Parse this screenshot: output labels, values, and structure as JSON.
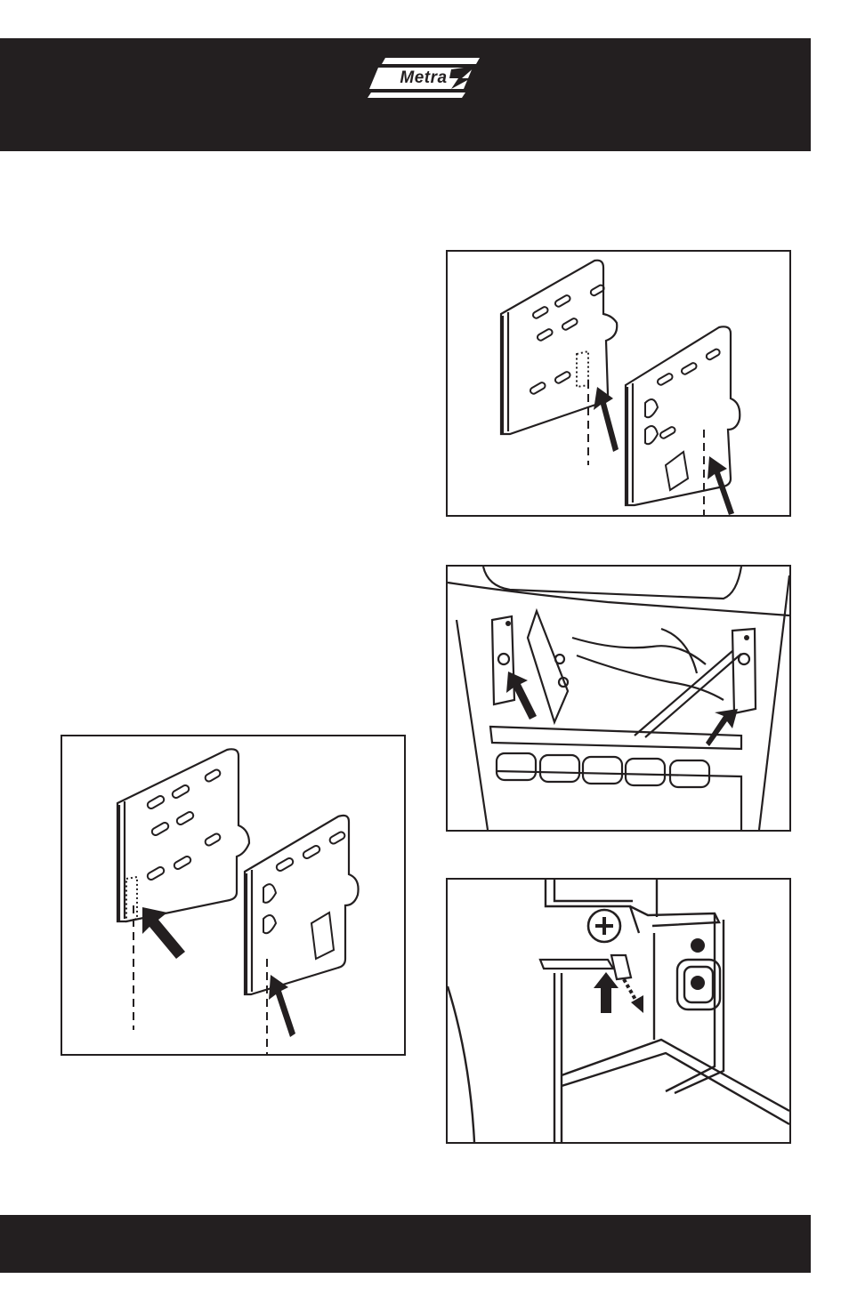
{
  "brand": {
    "logo_text": "Metra",
    "band_color": "#231f20",
    "page_color": "#ffffff"
  },
  "figures": [
    {
      "id": "fig-a",
      "depicts": "bracket-pair-icon"
    },
    {
      "id": "fig-b",
      "depicts": "dash-opening-icon"
    },
    {
      "id": "fig-c",
      "depicts": "bracket-tab-closeup-icon"
    },
    {
      "id": "fig-d",
      "depicts": "bracket-pair-icon"
    }
  ]
}
